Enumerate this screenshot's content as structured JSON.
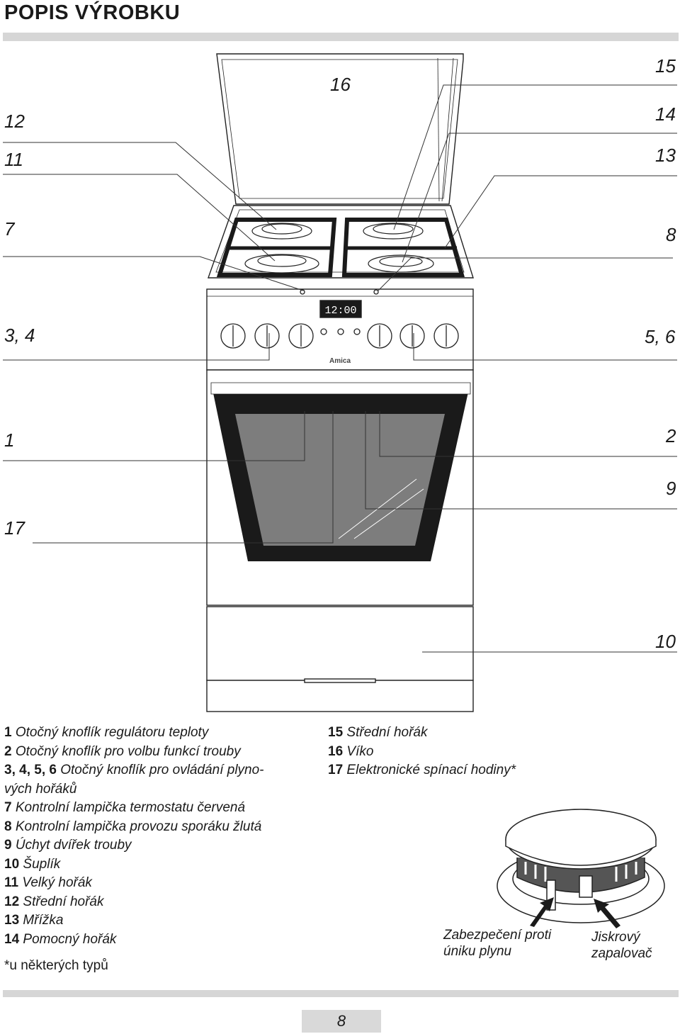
{
  "header": {
    "title": "POPIS VÝROBKU"
  },
  "diagram": {
    "callouts": {
      "c16": "16",
      "c15": "15",
      "c14": "14",
      "c13": "13",
      "c12": "12",
      "c11": "11",
      "c7": "7",
      "c8": "8",
      "c34": "3, 4",
      "c56": "5, 6",
      "c1": "1",
      "c2": "2",
      "c9": "9",
      "c17": "17",
      "c10": "10"
    },
    "clock_display": "12:00",
    "brand": "Amica"
  },
  "legend_left": [
    {
      "num": "1",
      "text": " Otočný knoflík regulátoru teploty"
    },
    {
      "num": "2",
      "text": " Otočný knoflík pro volbu funkcí trouby"
    },
    {
      "num": "3, 4, 5, 6",
      "text": " Otočný knoflík pro ovládání plyno-"
    },
    {
      "num": "",
      "text": "vých hořáků"
    },
    {
      "num": "7",
      "text": " Kontrolní lampička termostatu červená"
    },
    {
      "num": "8",
      "text": " Kontrolní lampička provozu sporáku žlutá"
    },
    {
      "num": "9",
      "text": " Úchyt dvířek trouby"
    },
    {
      "num": "10",
      "text": " Šuplík"
    },
    {
      "num": "11",
      "text": " Velký hořák"
    },
    {
      "num": "12",
      "text": " Střední hořák"
    },
    {
      "num": "13",
      "text": " Mřížka"
    },
    {
      "num": "14",
      "text": " Pomocný hořák"
    }
  ],
  "footnote": "*u některých typů",
  "legend_right": [
    {
      "num": "15",
      "text": " Střední hořák"
    },
    {
      "num": "16",
      "text": " Víko"
    },
    {
      "num": "17",
      "text": " Elektronické spínací hodiny*"
    }
  ],
  "burner_detail": {
    "label_left_1": "Zabezpečení proti",
    "label_left_2": "úniku plynu",
    "label_right_1": "Jiskrový",
    "label_right_2": "zapalovač"
  },
  "footer": {
    "page_number": "8"
  }
}
